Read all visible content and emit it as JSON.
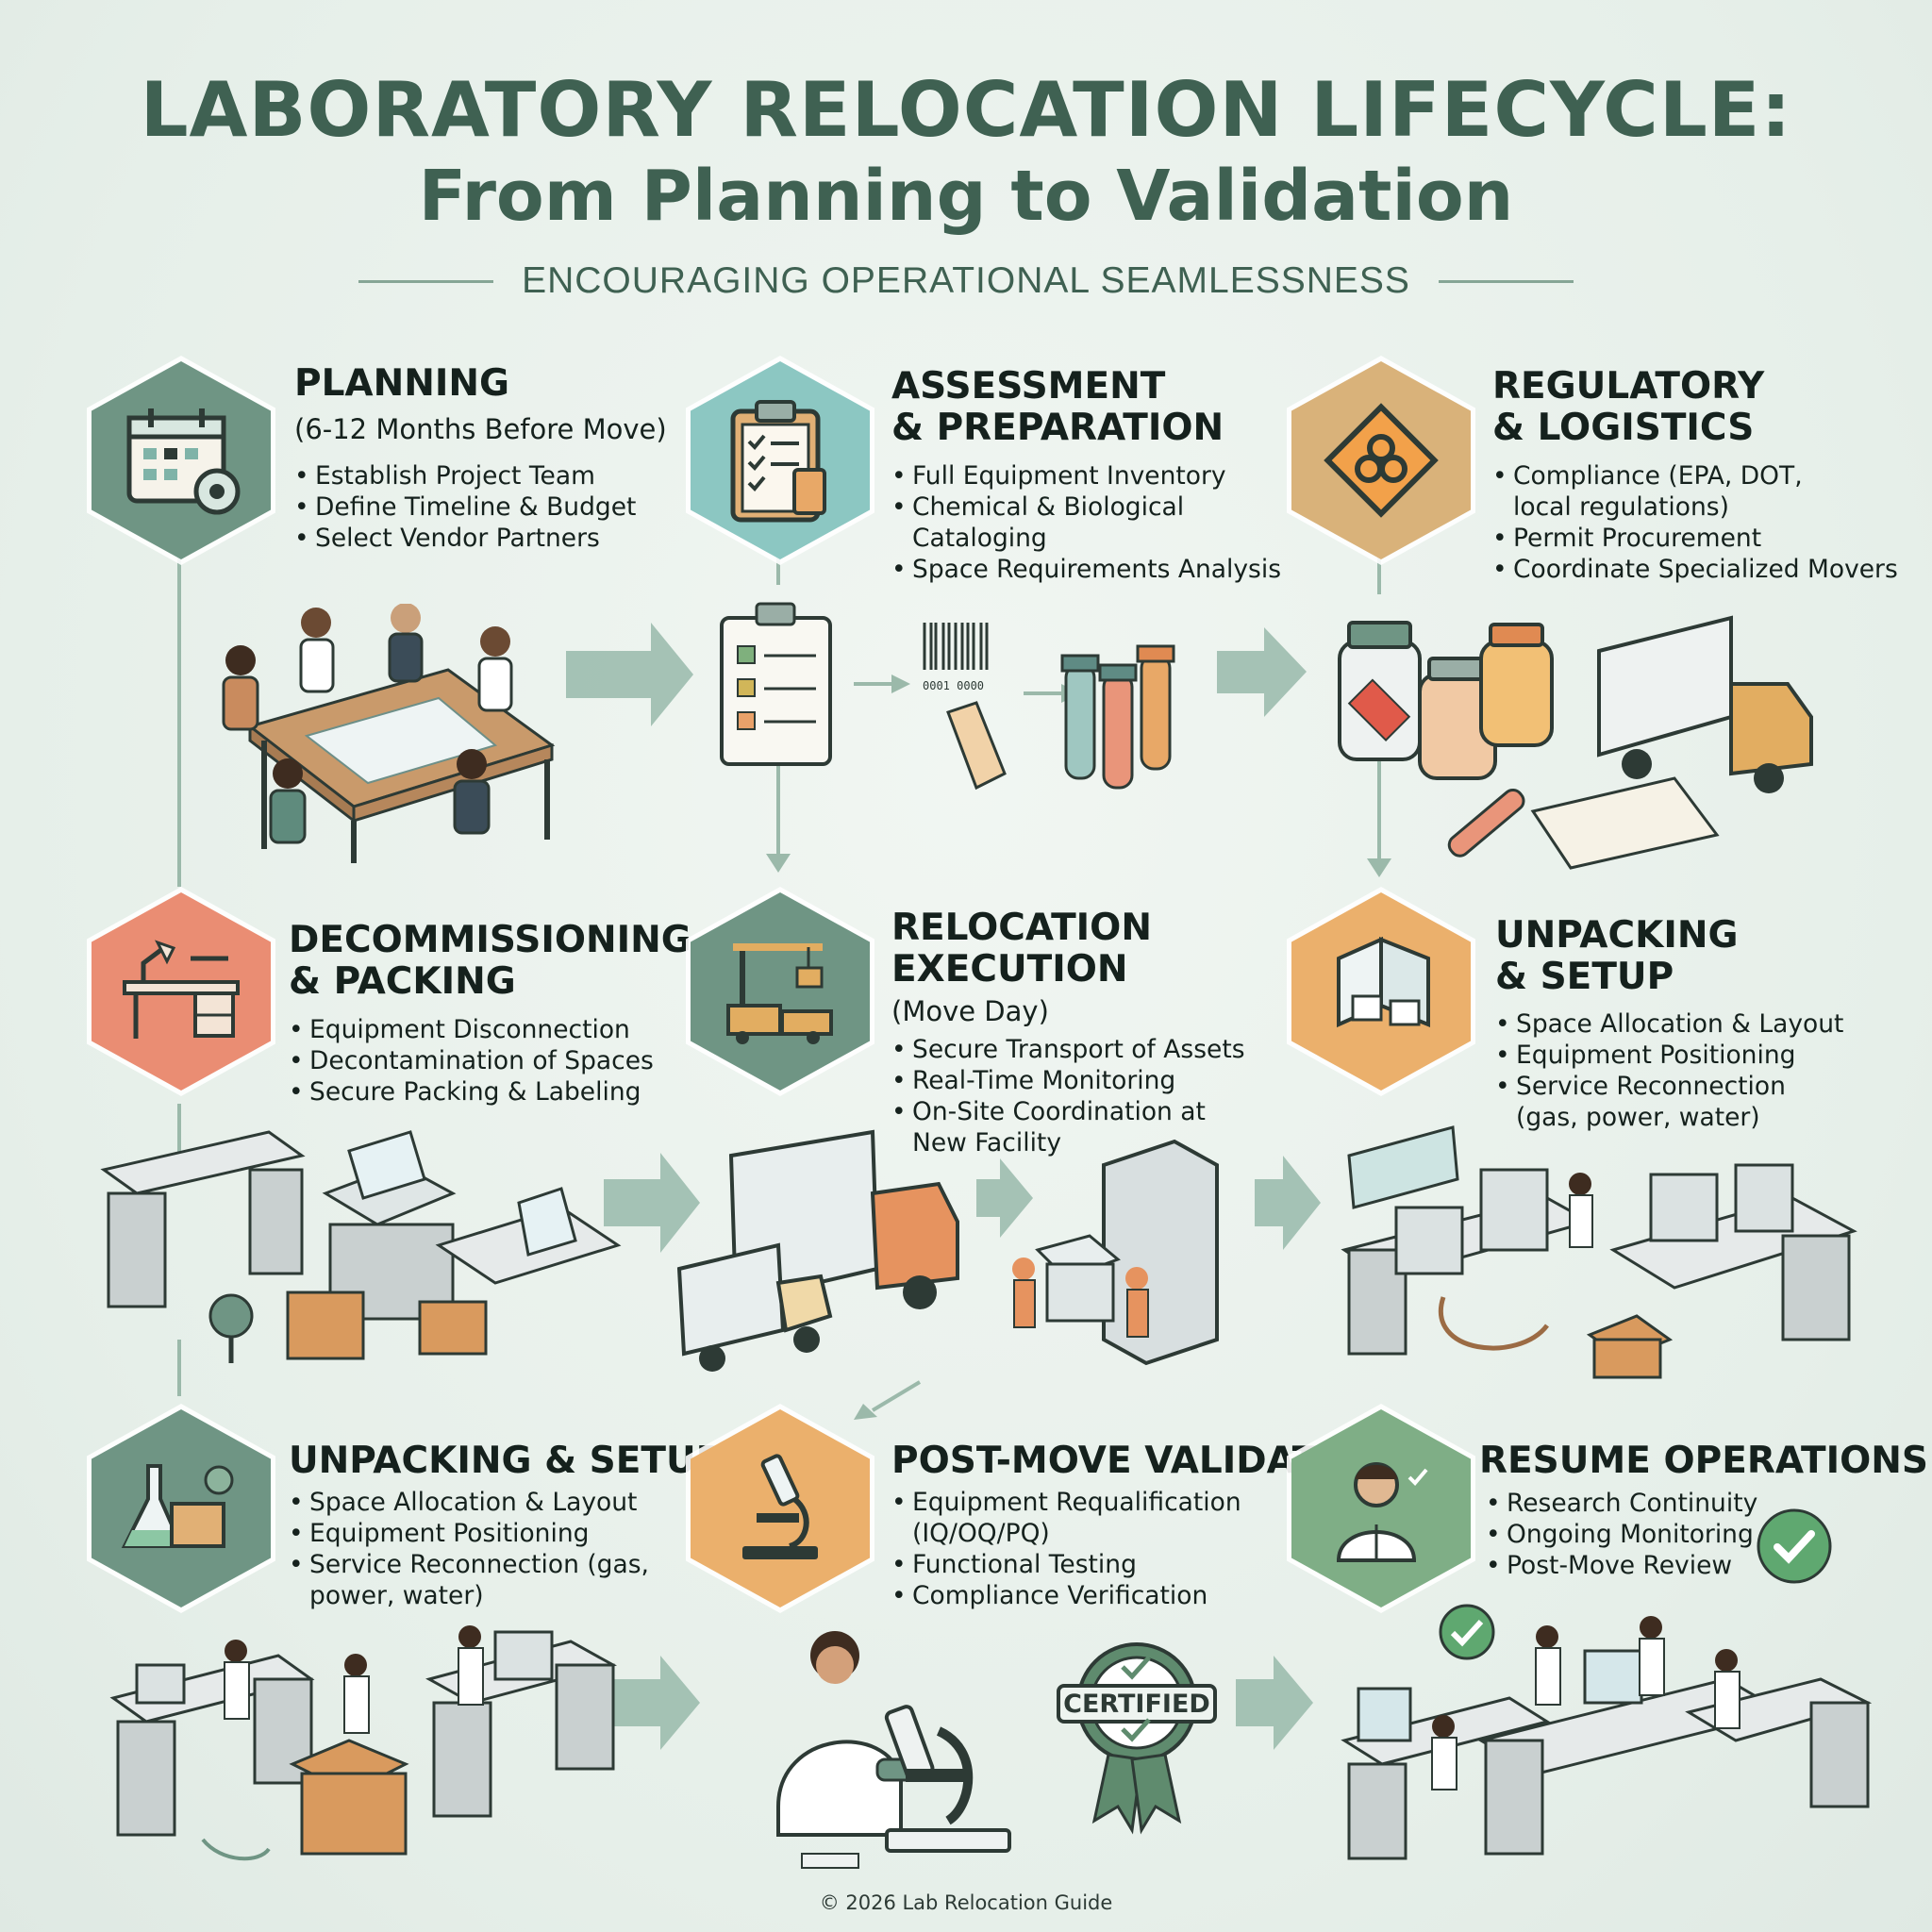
{
  "title_line1": "LABORATORY RELOCATION LIFECYCLE:",
  "title_line2": "From Planning to Validation",
  "subtitle": "ENCOURAGING OPERATIONAL SEAMLESSNESS",
  "footer": "© 2026 Lab Relocation Guide",
  "colors": {
    "title": "#3f6152",
    "hex_green": "#6f9584",
    "hex_teal": "#8cc7c2",
    "hex_gold": "#d9b27a",
    "hex_coral": "#ea8d73",
    "hex_orange": "#ebb06c",
    "hex_leaf": "#7fae86",
    "arrow": "#9bb9aa"
  },
  "stages": [
    {
      "title": "PLANNING",
      "subtitle": "(6-12 Months Before Move)",
      "icon": "calendar-gear-icon",
      "bullets": [
        "Establish Project Team",
        "Define Timeline & Budget",
        "Select Vendor Partners"
      ]
    },
    {
      "title": "ASSESSMENT\n& PREPARATION",
      "subtitle": "",
      "icon": "clipboard-checklist-icon",
      "bullets": [
        "Full Equipment Inventory",
        "Chemical & Biological\nCataloging",
        "Space Requirements Analysis"
      ]
    },
    {
      "title": "REGULATORY\n& LOGISTICS",
      "subtitle": "",
      "icon": "biohazard-sign-icon",
      "bullets": [
        "Compliance (EPA, DOT,\nlocal regulations)",
        "Permit Procurement",
        "Coordinate Specialized Movers"
      ]
    },
    {
      "title": "DECOMMISSIONING\n& PACKING",
      "subtitle": "",
      "icon": "lab-bench-icon",
      "bullets": [
        "Equipment Disconnection",
        "Decontamination of Spaces",
        "Secure Packing & Labeling"
      ]
    },
    {
      "title": "RELOCATION\nEXECUTION",
      "subtitle": "(Move Day)",
      "icon": "crane-truck-icon",
      "bullets": [
        "Secure Transport of Assets",
        "Real-Time Monitoring",
        "On-Site Coordination at\nNew Facility"
      ]
    },
    {
      "title": "UNPACKING\n& SETUP",
      "subtitle": "",
      "icon": "lab-room-icon",
      "bullets": [
        "Space Allocation & Layout",
        "Equipment Positioning",
        "Service Reconnection\n(gas, power, water)"
      ]
    },
    {
      "title": "UNPACKING & SETUP",
      "subtitle": "",
      "icon": "flask-box-icon",
      "bullets": [
        "Space Allocation & Layout",
        "Equipment Positioning",
        "Service Reconnection (gas,\npower, water)"
      ]
    },
    {
      "title": "POST-MOVE VALIDATION",
      "subtitle": "",
      "icon": "microscope-icon",
      "bullets": [
        "Equipment Requalification\n(IQ/OQ/PQ)",
        "Functional Testing",
        "Compliance Verification"
      ]
    },
    {
      "title": "RESUME OPERATIONS",
      "subtitle": "",
      "icon": "scientist-check-icon",
      "bullets": [
        "Research Continuity",
        "Ongoing Monitoring",
        "Post-Move Review"
      ]
    }
  ],
  "labels": {
    "certified": "CERTIFIED",
    "barcode_text": "0001 0000"
  }
}
